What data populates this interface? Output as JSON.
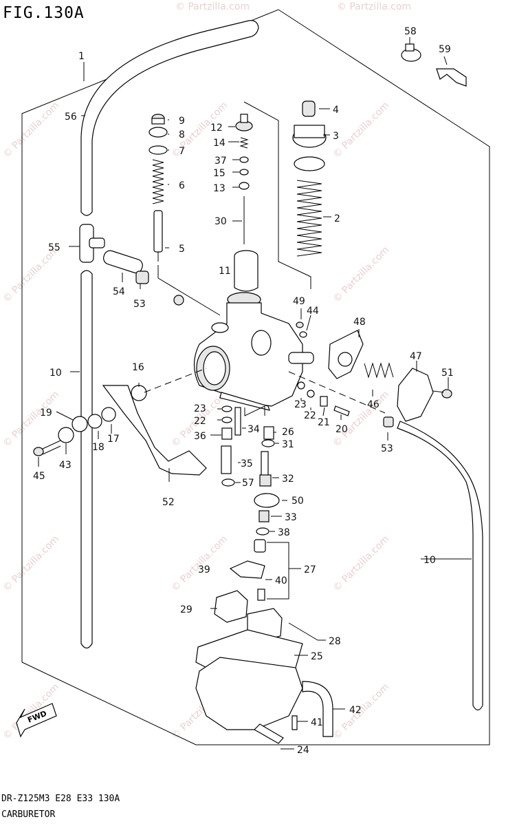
{
  "figure": {
    "title": "FIG.130A",
    "footer_code": "DR-Z125M3 E28 E33 130A",
    "footer_name": "CARBURETOR"
  },
  "watermark": "© Partzilla.com",
  "fwd_label": "FWD",
  "callouts": [
    {
      "id": "1",
      "text": "1"
    },
    {
      "id": "2",
      "text": "2"
    },
    {
      "id": "3",
      "text": "3"
    },
    {
      "id": "4",
      "text": "4"
    },
    {
      "id": "5",
      "text": "5"
    },
    {
      "id": "6",
      "text": "6"
    },
    {
      "id": "7",
      "text": "7"
    },
    {
      "id": "8",
      "text": "8"
    },
    {
      "id": "9",
      "text": "9"
    },
    {
      "id": "10a",
      "text": "10"
    },
    {
      "id": "10b",
      "text": "10"
    },
    {
      "id": "11",
      "text": "11"
    },
    {
      "id": "12",
      "text": "12"
    },
    {
      "id": "13",
      "text": "13"
    },
    {
      "id": "14",
      "text": "14"
    },
    {
      "id": "15",
      "text": "15"
    },
    {
      "id": "16",
      "text": "16"
    },
    {
      "id": "17",
      "text": "17"
    },
    {
      "id": "18",
      "text": "18"
    },
    {
      "id": "19",
      "text": "19"
    },
    {
      "id": "20",
      "text": "20"
    },
    {
      "id": "21",
      "text": "21"
    },
    {
      "id": "22a",
      "text": "22"
    },
    {
      "id": "22b",
      "text": "22"
    },
    {
      "id": "23a",
      "text": "23"
    },
    {
      "id": "23b",
      "text": "23"
    },
    {
      "id": "24",
      "text": "24"
    },
    {
      "id": "25",
      "text": "25"
    },
    {
      "id": "26",
      "text": "26"
    },
    {
      "id": "27",
      "text": "27"
    },
    {
      "id": "28",
      "text": "28"
    },
    {
      "id": "29",
      "text": "29"
    },
    {
      "id": "30",
      "text": "30"
    },
    {
      "id": "31",
      "text": "31"
    },
    {
      "id": "32",
      "text": "32"
    },
    {
      "id": "33",
      "text": "33"
    },
    {
      "id": "34",
      "text": "34"
    },
    {
      "id": "35",
      "text": "35"
    },
    {
      "id": "36",
      "text": "36"
    },
    {
      "id": "37",
      "text": "37"
    },
    {
      "id": "38",
      "text": "38"
    },
    {
      "id": "39",
      "text": "39"
    },
    {
      "id": "40",
      "text": "40"
    },
    {
      "id": "41",
      "text": "41"
    },
    {
      "id": "42",
      "text": "42"
    },
    {
      "id": "43",
      "text": "43"
    },
    {
      "id": "44",
      "text": "44"
    },
    {
      "id": "45",
      "text": "45"
    },
    {
      "id": "46",
      "text": "46"
    },
    {
      "id": "47",
      "text": "47"
    },
    {
      "id": "48",
      "text": "48"
    },
    {
      "id": "49",
      "text": "49"
    },
    {
      "id": "50",
      "text": "50"
    },
    {
      "id": "51",
      "text": "51"
    },
    {
      "id": "52",
      "text": "52"
    },
    {
      "id": "53a",
      "text": "53"
    },
    {
      "id": "53b",
      "text": "53"
    },
    {
      "id": "54",
      "text": "54"
    },
    {
      "id": "55",
      "text": "55"
    },
    {
      "id": "56",
      "text": "56"
    },
    {
      "id": "57",
      "text": "57"
    },
    {
      "id": "58",
      "text": "58"
    },
    {
      "id": "59",
      "text": "59"
    }
  ]
}
